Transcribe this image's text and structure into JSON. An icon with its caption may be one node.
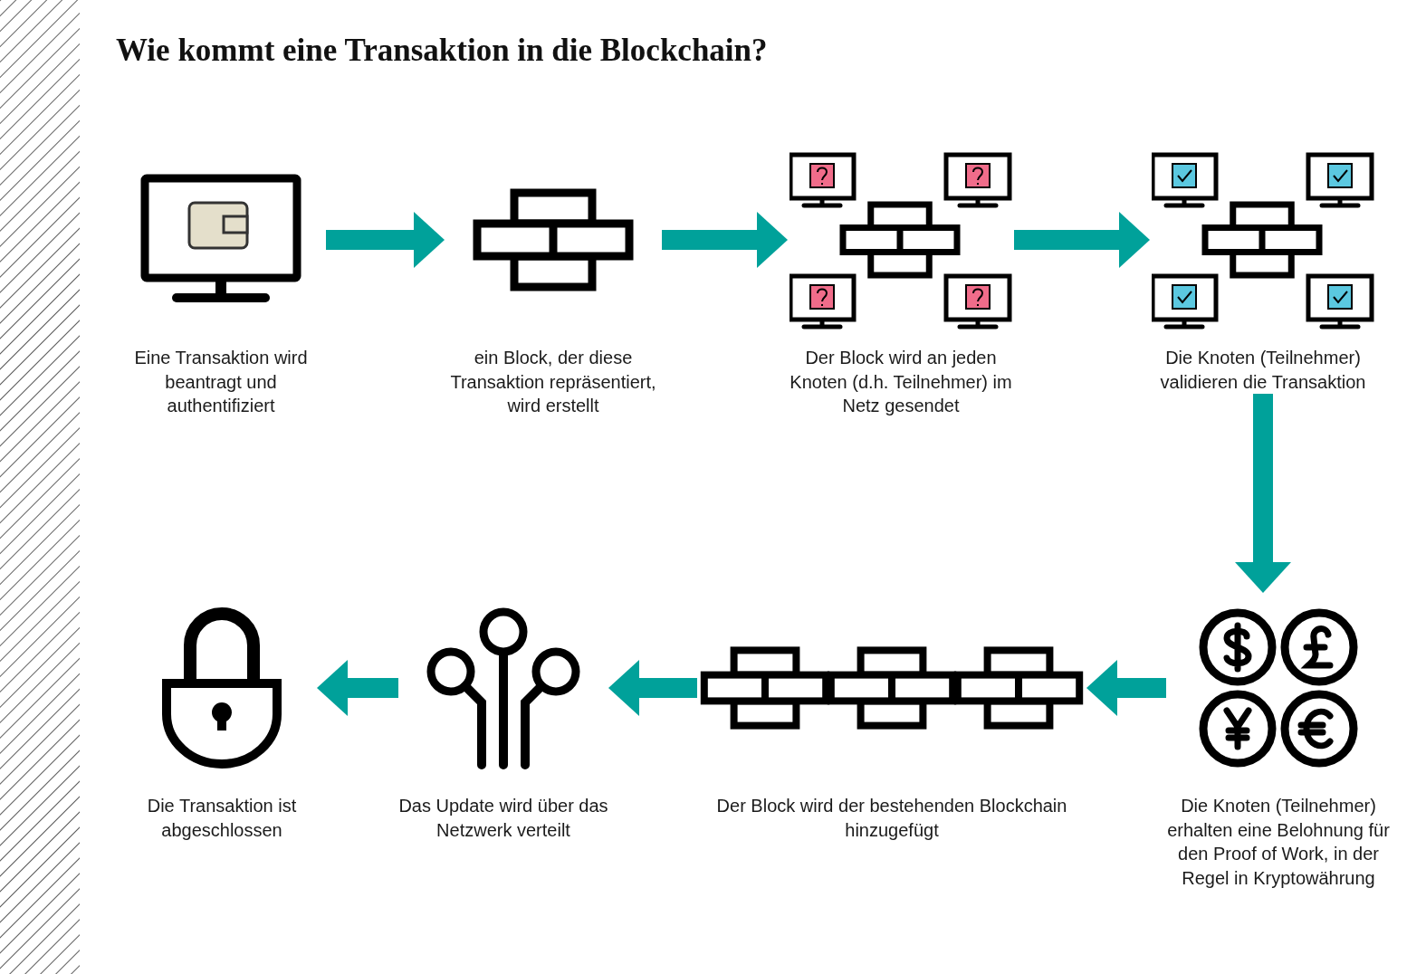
{
  "diagram": {
    "title": "Wie kommt eine Transaktion in die Blockchain?",
    "nodes": [
      {
        "text": [
          "Eine Transaktion wird beantragt und authentifiziert"
        ]
      },
      {
        "text": [
          "ein Block, der diese Transaktion repräsentiert, wird erstellt"
        ]
      },
      {
        "text": [
          "Der Block wird an jeden Knoten (d.h. Teilnehmer) im Netz gesendet"
        ]
      },
      {
        "text": [
          "Die Knoten (Teilnehmer) validieren die Transaktion"
        ]
      },
      {
        "text": [
          "Die Knoten (Teilnehmer) erhalten eine Belohnung für den Proof of Work, in der Regel in Kryptowährung"
        ]
      },
      {
        "text": [
          "Der Block wird der bestehenden Blockchain hinzugefügt"
        ]
      },
      {
        "text": [
          "Das Update wird über das Netzwerk verteilt"
        ]
      },
      {
        "text": [
          "Die Transaktion ist abgeschlossen"
        ]
      }
    ],
    "edges": [
      {
        "from": 0,
        "to": 1,
        "arrow": "to"
      },
      {
        "from": 1,
        "to": 2,
        "arrow": "to"
      },
      {
        "from": 2,
        "to": 3,
        "arrow": "to"
      },
      {
        "from": 3,
        "to": 4,
        "arrow": "to"
      },
      {
        "from": 4,
        "to": 5,
        "arrow": "to"
      },
      {
        "from": 5,
        "to": 6,
        "arrow": "to"
      },
      {
        "from": 6,
        "to": 7,
        "arrow": "to"
      }
    ]
  }
}
